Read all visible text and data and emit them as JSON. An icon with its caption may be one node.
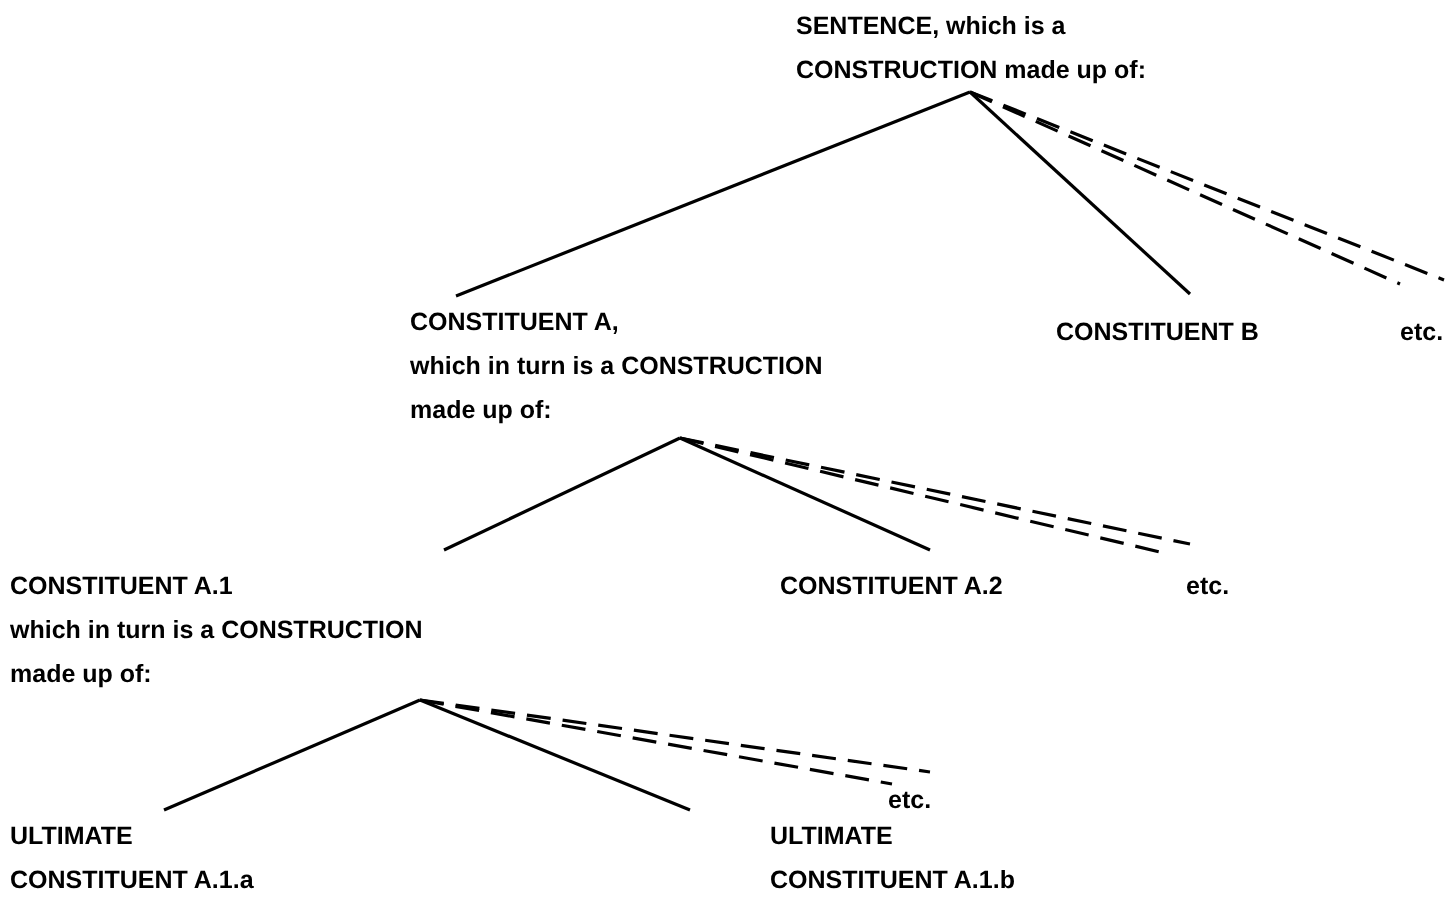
{
  "diagram": {
    "nodes": [
      {
        "text": [
          "SENTENCE, which is a CONSTRUCTION made up of:"
        ]
      },
      {
        "text": [
          "CONSTITUENT A,",
          "which in turn is a CONSTRUCTION made up of:"
        ]
      },
      {
        "text": [
          "CONSTITUENT B"
        ]
      },
      {
        "text": [
          "etc."
        ]
      },
      {
        "text": [
          "CONSTITUENT A.1",
          "which in turn is a CONSTRUCTION made up of:"
        ]
      },
      {
        "text": [
          "CONSTITUENT A.2"
        ]
      },
      {
        "text": [
          "etc."
        ]
      },
      {
        "text": [
          "ULTIMATE CONSTITUENT A.1.a"
        ]
      },
      {
        "text": [
          "ULTIMATE CONSTITUENT A.1.b"
        ]
      },
      {
        "text": [
          "etc."
        ]
      }
    ],
    "edges": [
      {
        "from": 0,
        "to": 1,
        "arrow": "none"
      },
      {
        "from": 0,
        "to": 2,
        "arrow": "none"
      },
      {
        "from": 0,
        "to": 3,
        "arrow": "none",
        "style": "dashed"
      },
      {
        "from": 0,
        "to": 3,
        "arrow": "none",
        "style": "dashed"
      },
      {
        "from": 1,
        "to": 4,
        "arrow": "none"
      },
      {
        "from": 1,
        "to": 5,
        "arrow": "none"
      },
      {
        "from": 1,
        "to": 6,
        "arrow": "none",
        "style": "dashed"
      },
      {
        "from": 1,
        "to": 6,
        "arrow": "none",
        "style": "dashed"
      },
      {
        "from": 4,
        "to": 7,
        "arrow": "none"
      },
      {
        "from": 4,
        "to": 8,
        "arrow": "none"
      },
      {
        "from": 4,
        "to": 9,
        "arrow": "none",
        "style": "dashed"
      },
      {
        "from": 4,
        "to": 9,
        "arrow": "none",
        "style": "dashed"
      }
    ]
  }
}
